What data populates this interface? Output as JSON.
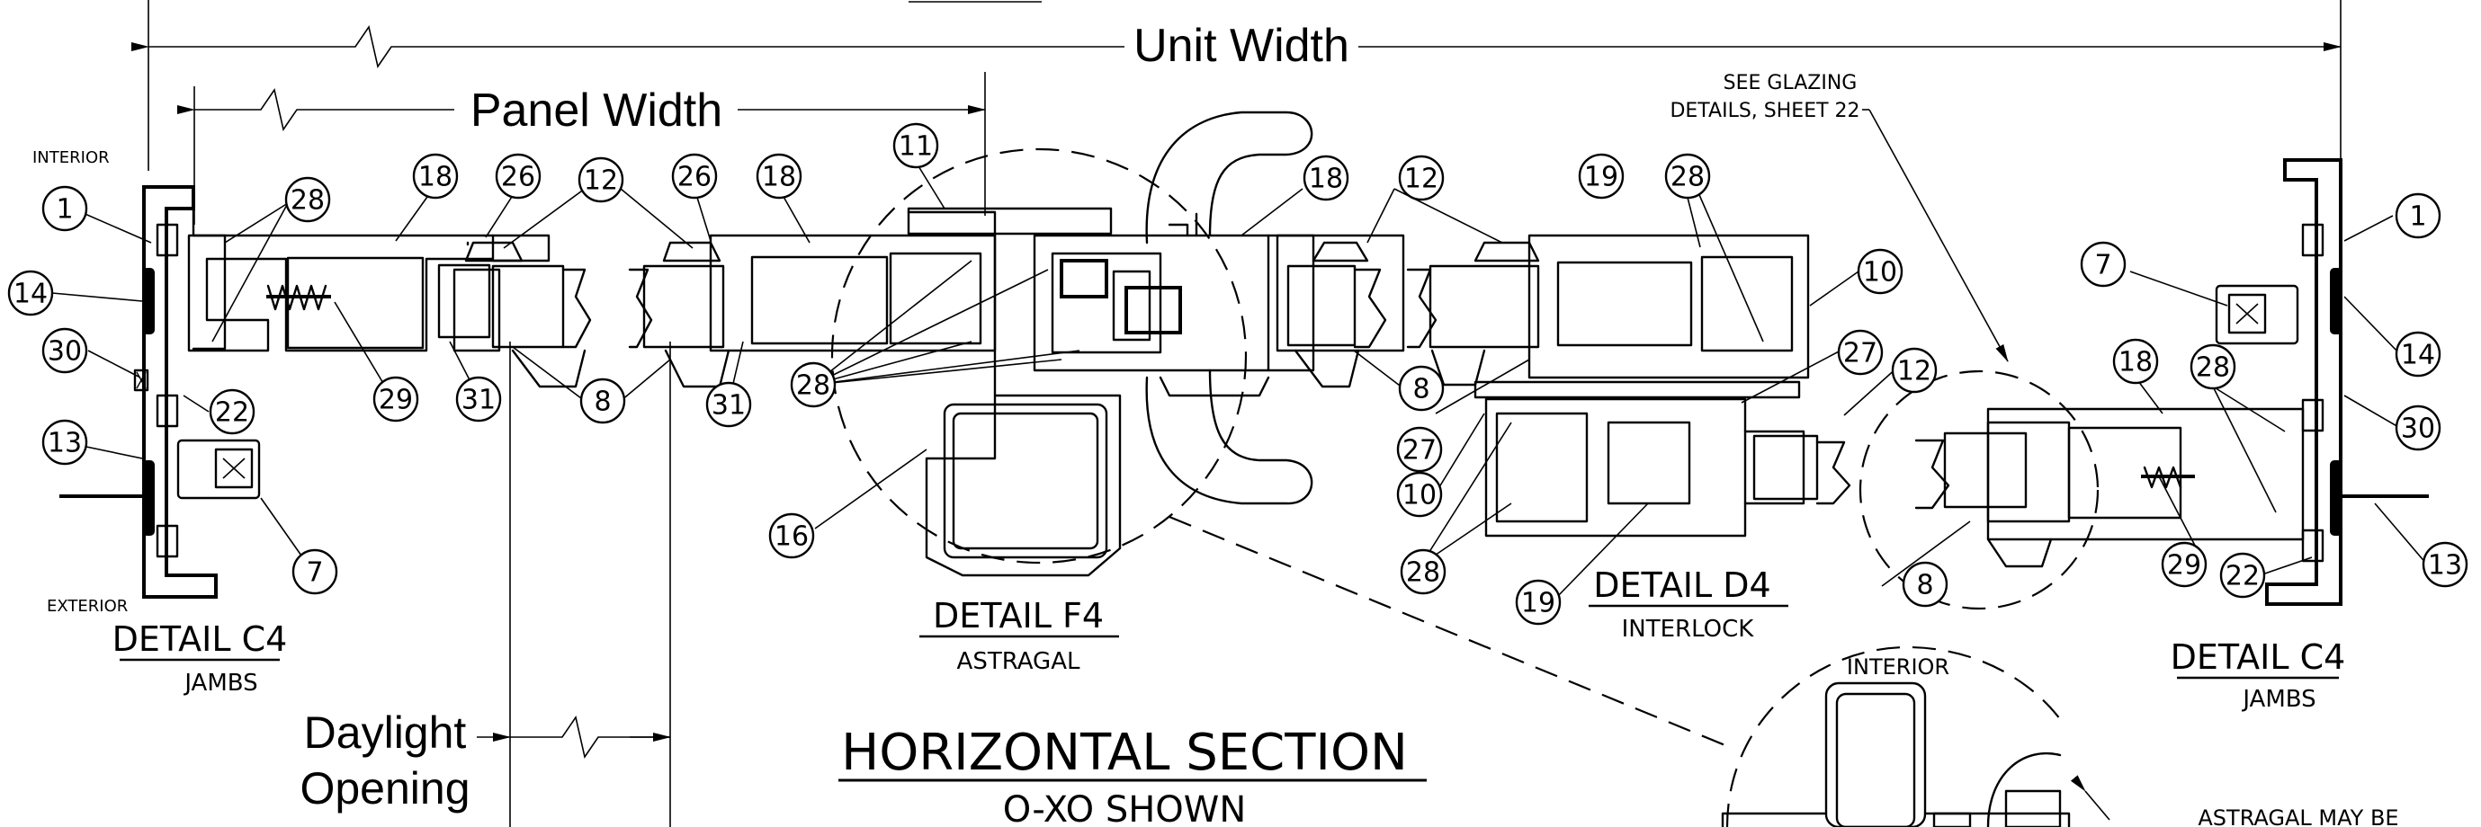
{
  "dimensions": {
    "unit_width": "Unit Width",
    "panel_width": "Panel Width",
    "daylight_line1": "Daylight",
    "daylight_line2": "Opening"
  },
  "notes": {
    "glazing_line1": "SEE GLAZING",
    "glazing_line2": "DETAILS, SHEET 22",
    "interior": "INTERIOR",
    "exterior": "EXTERIOR",
    "interior_inset": "INTERIOR",
    "astragal_note": "ASTRAGAL MAY BE"
  },
  "details": {
    "c4_left_title": "DETAIL C4",
    "c4_left_sub": "JAMBS",
    "f4_title": "DETAIL F4",
    "f4_sub": "ASTRAGAL",
    "d4_title": "DETAIL D4",
    "d4_sub": "INTERLOCK",
    "c4_right_title": "DETAIL C4",
    "c4_right_sub": "JAMBS"
  },
  "section": {
    "title": "HORIZONTAL SECTION",
    "subtitle": "O-XO SHOWN"
  },
  "callouts": [
    {
      "label": "1"
    },
    {
      "label": "14"
    },
    {
      "label": "30"
    },
    {
      "label": "13"
    },
    {
      "label": "28"
    },
    {
      "label": "22"
    },
    {
      "label": "7"
    },
    {
      "label": "18"
    },
    {
      "label": "26"
    },
    {
      "label": "12"
    },
    {
      "label": "29"
    },
    {
      "label": "31"
    },
    {
      "label": "8"
    },
    {
      "label": "26"
    },
    {
      "label": "18"
    },
    {
      "label": "31"
    },
    {
      "label": "11"
    },
    {
      "label": "28"
    },
    {
      "label": "16"
    },
    {
      "label": "18"
    },
    {
      "label": "12"
    },
    {
      "label": "8"
    },
    {
      "label": "19"
    },
    {
      "label": "28"
    },
    {
      "label": "10"
    },
    {
      "label": "27"
    },
    {
      "label": "12"
    },
    {
      "label": "27"
    },
    {
      "label": "10"
    },
    {
      "label": "28"
    },
    {
      "label": "19"
    },
    {
      "label": "8"
    },
    {
      "label": "7"
    },
    {
      "label": "18"
    },
    {
      "label": "28"
    },
    {
      "label": "29"
    },
    {
      "label": "22"
    },
    {
      "label": "1"
    },
    {
      "label": "14"
    },
    {
      "label": "30"
    },
    {
      "label": "13"
    }
  ]
}
